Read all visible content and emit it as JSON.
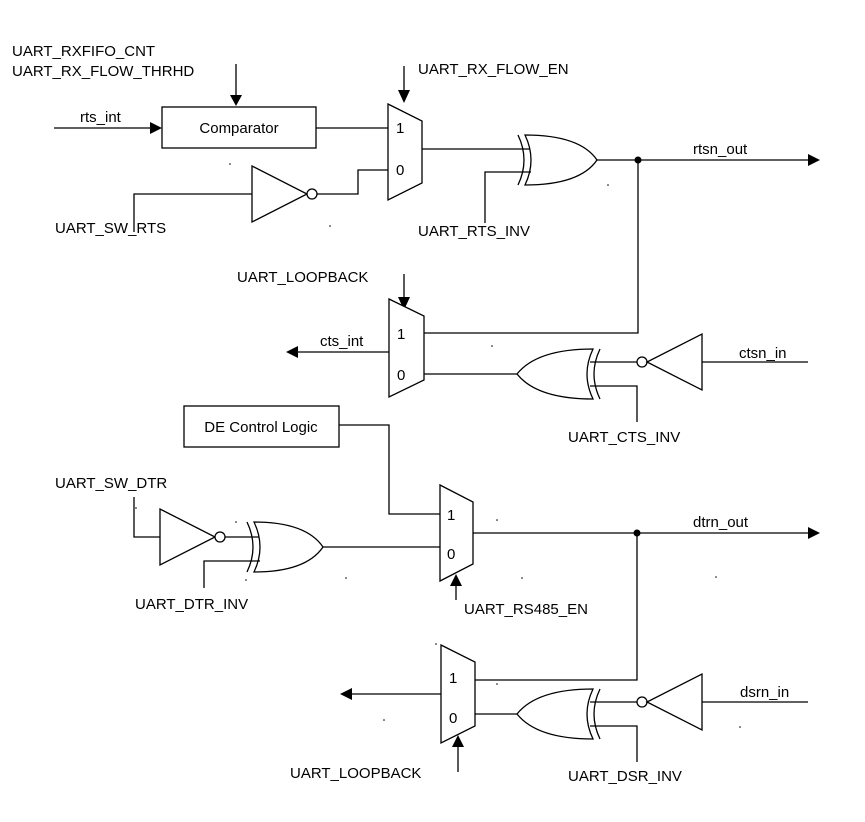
{
  "labels": {
    "rxfifo_cnt": "UART_RXFIFO_CNT",
    "rx_flow_thrhd": "UART_RX_FLOW_THRHD",
    "rx_flow_en": "UART_RX_FLOW_EN",
    "rts_int": "rts_int",
    "comparator": "Comparator",
    "sw_rts": "UART_SW_RTS",
    "rts_inv": "UART_RTS_INV",
    "rtsn_out": "rtsn_out",
    "loopback_1": "UART_LOOPBACK",
    "cts_int": "cts_int",
    "ctsn_in": "ctsn_in",
    "cts_inv": "UART_CTS_INV",
    "de_control": "DE Control Logic",
    "sw_dtr": "UART_SW_DTR",
    "dtr_inv": "UART_DTR_INV",
    "dtrn_out": "dtrn_out",
    "rs485_en": "UART_RS485_EN",
    "dsrn_in": "dsrn_in",
    "dsr_inv": "UART_DSR_INV",
    "loopback_2": "UART_LOOPBACK"
  },
  "mux_inputs": {
    "mux1_in1": "1",
    "mux1_in0": "0",
    "mux2_in1": "1",
    "mux2_in0": "0",
    "mux3_in1": "1",
    "mux3_in0": "0",
    "mux4_in1": "1",
    "mux4_in0": "0"
  }
}
